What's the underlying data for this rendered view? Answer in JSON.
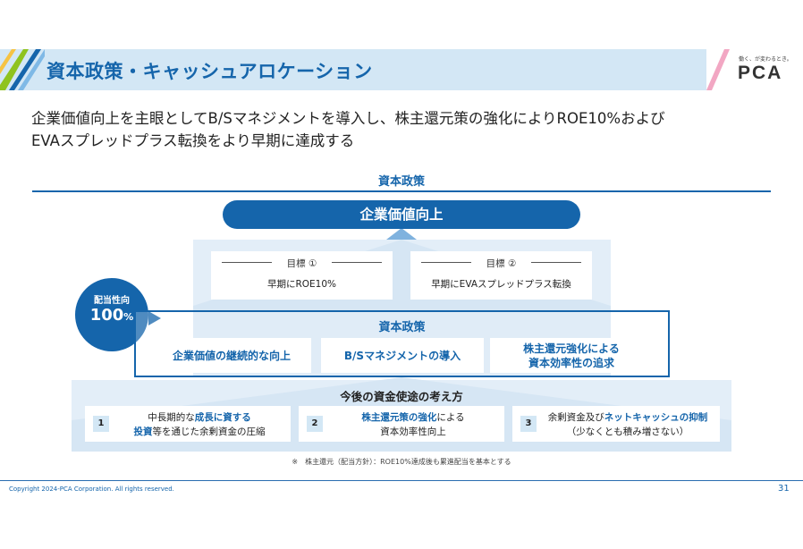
{
  "header": {
    "title": "資本政策・キャッシュアロケーション",
    "logo_tagline": "働く、が変わるとき。",
    "logo_text": "PCA"
  },
  "lead": {
    "line1": "企業価値向上を主眼としてB/Sマネジメントを導入し、株主還元策の強化によりROE10%および",
    "line2": "EVAスプレッドプラス転換をより早期に達成する"
  },
  "section": {
    "title": "資本政策",
    "top_goal": "企業価値向上"
  },
  "goals": [
    {
      "heading": "目標 ①",
      "text": "早期にROE10%"
    },
    {
      "heading": "目標 ②",
      "text": "早期にEVAスプレッドプラス転換"
    }
  ],
  "payout": {
    "label": "配当性向",
    "value": "100",
    "unit": "%"
  },
  "policy": {
    "title": "資本政策",
    "items": [
      {
        "line1": "企業価値の継続的な向上",
        "line2": ""
      },
      {
        "line1": "B/Sマネジメントの導入",
        "line2": ""
      },
      {
        "line1": "株主還元強化による",
        "line2": "資本効率性の追求"
      }
    ]
  },
  "uses": {
    "title": "今後の資金使途の考え方",
    "items": [
      {
        "num": "1",
        "pre": "中長期的な",
        "hl1": "成長に資する",
        "br_hl": "投資",
        "post": "等を通じた余剰資金の圧縮"
      },
      {
        "num": "2",
        "pre": "",
        "hl1": "株主還元策の強化",
        "post1": "による",
        "line2": "資本効率性向上"
      },
      {
        "num": "3",
        "pre": "余剰資金及び",
        "hl1": "ネットキャッシュの抑制",
        "line2": "（少なくとも積み増さない）"
      }
    ]
  },
  "footnote": "※　株主還元（配当方針）：ROE10%達成後も累進配当を基本とする",
  "footer": {
    "copyright": "Copyright 2024-PCA Corporation. All rights reserved.",
    "page": "31"
  },
  "colors": {
    "primary": "#1565ab",
    "light": "#d3e7f5",
    "pyramid": "#e3eef8"
  }
}
